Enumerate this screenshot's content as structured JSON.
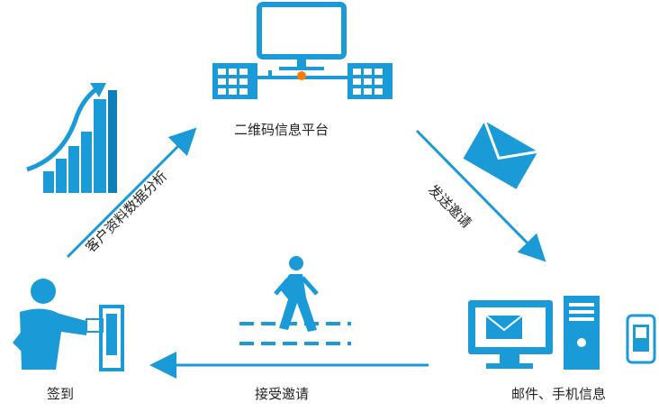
{
  "labels": {
    "platform": "二维码信息平台",
    "send_invite": "发送邀请",
    "customer_analysis": "客户资料数据分析",
    "receive_invite": "接受邀请",
    "checkin": "签到",
    "email_sms": "邮件、手机信息"
  },
  "colors": {
    "primary": "#1a9ad6",
    "dark": "#0f7fb8",
    "light": "#5cc2ee"
  },
  "icons": {
    "platform": "network-computer-icon",
    "envelope": "envelope-icon",
    "chart": "bar-chart-growth-icon",
    "walker": "walking-person-icon",
    "checkin": "person-at-turnstile-icon",
    "devices": "computer-and-phone-icon"
  }
}
